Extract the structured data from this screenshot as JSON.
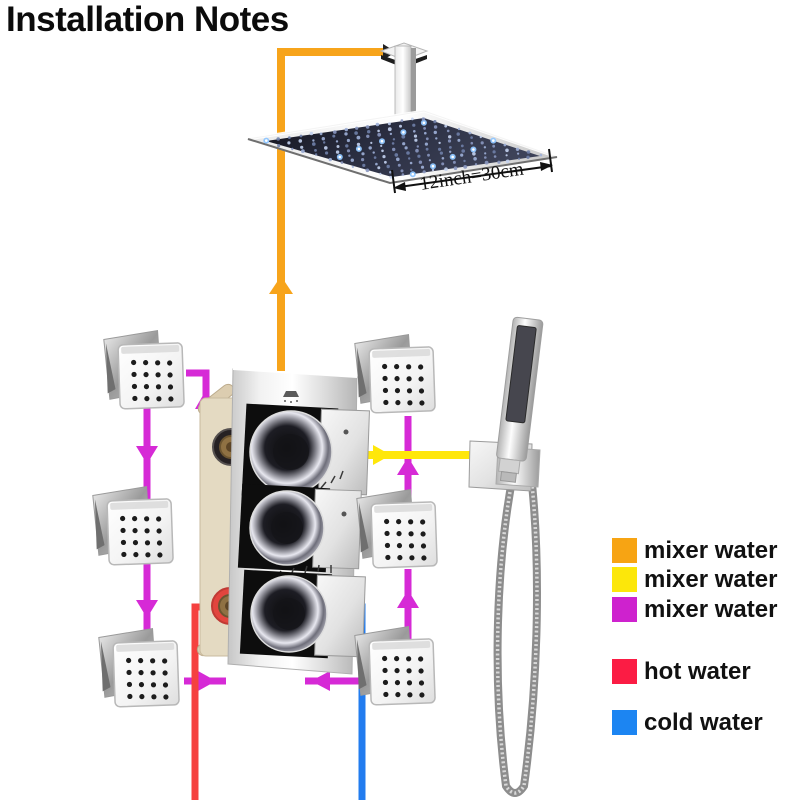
{
  "title": "Installation Notes",
  "shower_head": {
    "dimension_label": "12inch=30cm"
  },
  "legend": {
    "items": [
      {
        "label": "mixer water",
        "color": "#F7A413"
      },
      {
        "label": "mixer water",
        "color": "#FCE70A"
      },
      {
        "label": "mixer water",
        "color": "#CE22CE"
      },
      {
        "label": "hot water",
        "color": "#FB1C44"
      },
      {
        "label": "cold water",
        "color": "#1C85F2"
      }
    ]
  },
  "pipes": {
    "overhead_mixer": "#F7A41B",
    "handheld_mixer": "#FFE70A",
    "body_jet_mixer": "#D62AD6",
    "hot_supply": "#F5413F",
    "cold_supply": "#227CEF"
  }
}
